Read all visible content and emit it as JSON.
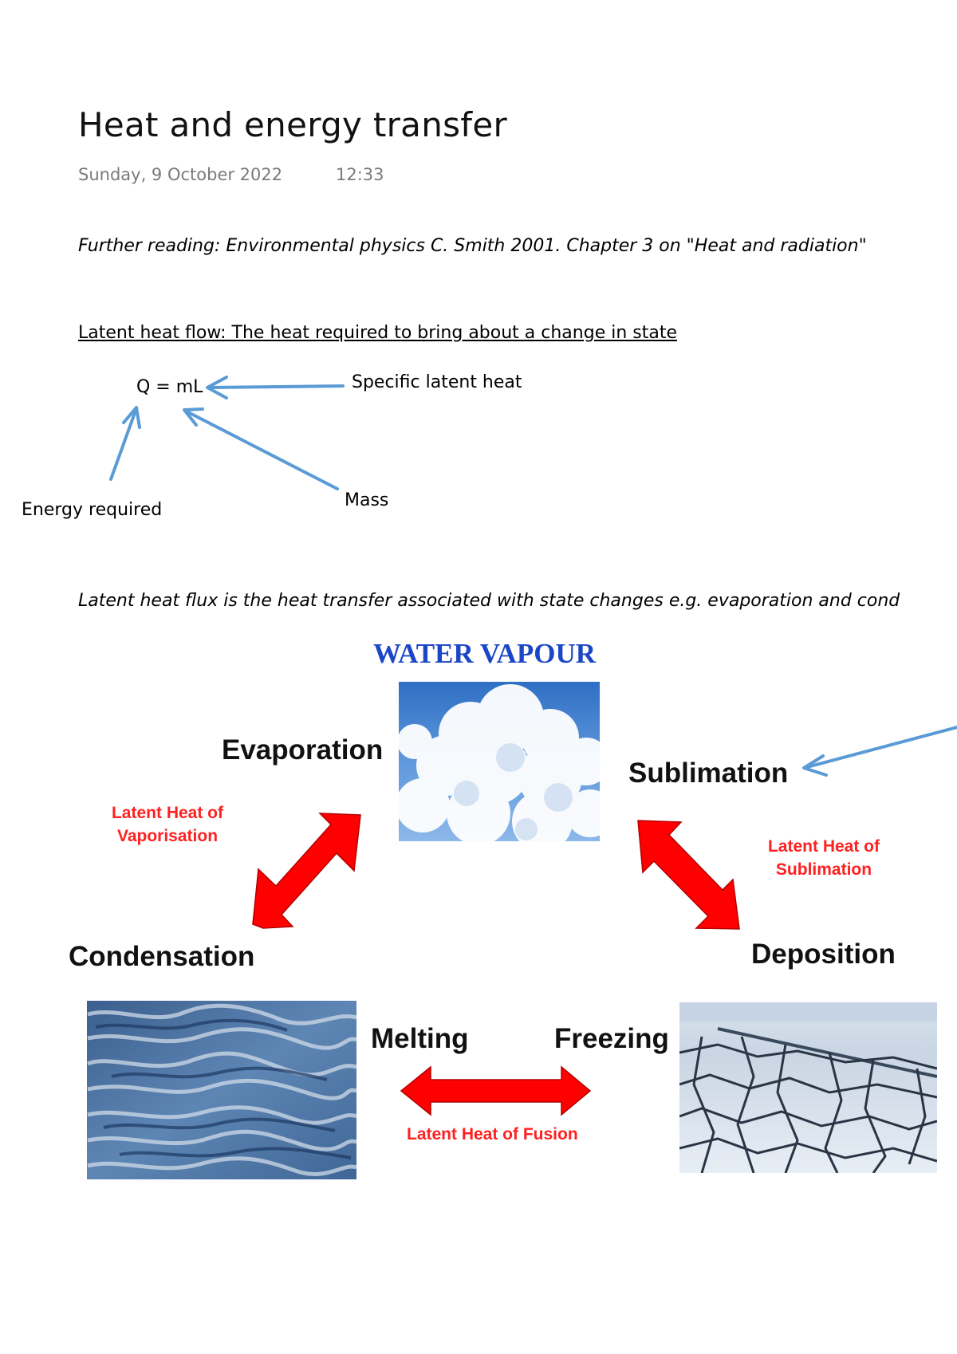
{
  "page": {
    "title": "Heat and energy transfer",
    "date": "Sunday, 9 October 2022",
    "time": "12:33"
  },
  "further_reading": "Further reading: Environmental physics C. Smith 2001. Chapter 3 on \"Heat and radiation\"",
  "latent_heat": {
    "heading": "Latent heat flow: The heat required to bring about a change in state",
    "formula": "Q = mL",
    "label_specific": "Specific latent heat",
    "label_energy": "Energy required",
    "label_mass": "Mass"
  },
  "flux_text": "Latent heat flux is the heat transfer associated with state changes e.g. evaporation and cond",
  "diagram": {
    "title": "WATER VAPOUR",
    "evaporation": "Evaporation",
    "sublimation": "Sublimation",
    "condensation": "Condensation",
    "deposition": "Deposition",
    "melting": "Melting",
    "freezing": "Freezing",
    "latent_vaporisation_line1": "Latent Heat of",
    "latent_vaporisation_line2": "Vaporisation",
    "latent_sublimation_line1": "Latent Heat of",
    "latent_sublimation_line2": "Sublimation",
    "latent_fusion": "Latent Heat of Fusion"
  },
  "colors": {
    "annotation_arrow": "#5b9bd5",
    "red_arrow": "#ff0000",
    "diagram_title": "#1b47c6",
    "red_text": "#ff2020"
  }
}
